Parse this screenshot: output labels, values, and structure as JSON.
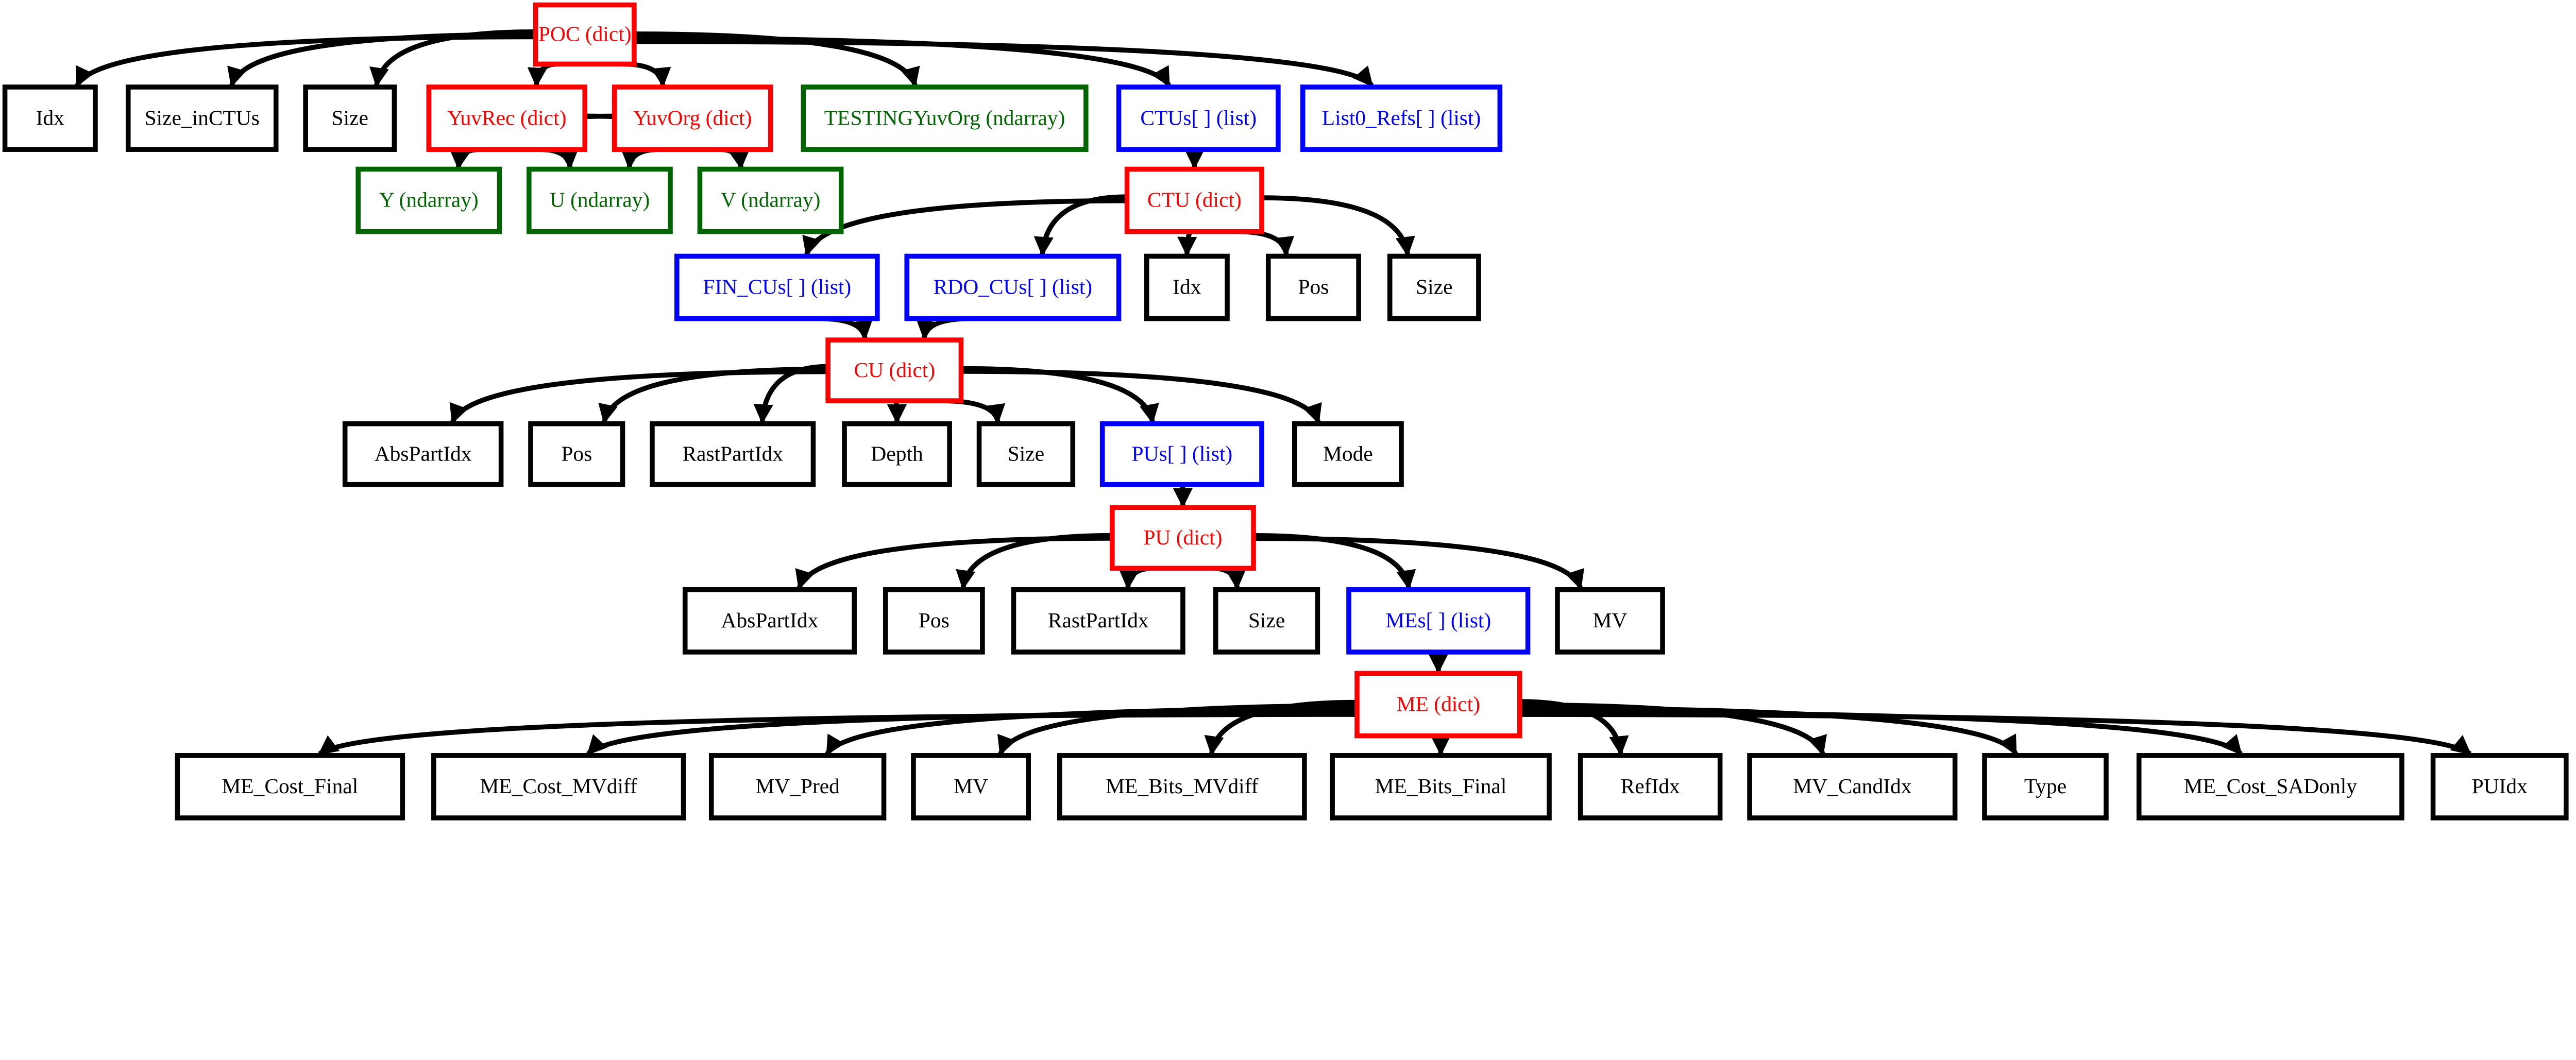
{
  "colors": {
    "dict": "#ff0000",
    "list": "#0000ff",
    "ndarray": "#006400",
    "field": "#000000"
  },
  "nodes": [
    {
      "id": "poc",
      "label": "POC (dict)",
      "kind": "dict"
    },
    {
      "id": "poc_idx",
      "label": "Idx",
      "kind": "field"
    },
    {
      "id": "poc_sizectus",
      "label": "Size_inCTUs",
      "kind": "field"
    },
    {
      "id": "poc_size",
      "label": "Size",
      "kind": "field"
    },
    {
      "id": "yuvrec",
      "label": "YuvRec (dict)",
      "kind": "dict"
    },
    {
      "id": "yuvorg",
      "label": "YuvOrg (dict)",
      "kind": "dict"
    },
    {
      "id": "testing",
      "label": "TESTINGYuvOrg (ndarray)",
      "kind": "ndarray"
    },
    {
      "id": "ctus",
      "label": "CTUs[ ] (list)",
      "kind": "list"
    },
    {
      "id": "list0",
      "label": "List0_Refs[ ] (list)",
      "kind": "list"
    },
    {
      "id": "y",
      "label": "Y (ndarray)",
      "kind": "ndarray"
    },
    {
      "id": "u",
      "label": "U (ndarray)",
      "kind": "ndarray"
    },
    {
      "id": "v",
      "label": "V (ndarray)",
      "kind": "ndarray"
    },
    {
      "id": "ctu",
      "label": "CTU (dict)",
      "kind": "dict"
    },
    {
      "id": "fin",
      "label": "FIN_CUs[ ] (list)",
      "kind": "list"
    },
    {
      "id": "rdo",
      "label": "RDO_CUs[ ] (list)",
      "kind": "list"
    },
    {
      "id": "ctu_idx",
      "label": "Idx",
      "kind": "field"
    },
    {
      "id": "ctu_pos",
      "label": "Pos",
      "kind": "field"
    },
    {
      "id": "ctu_size",
      "label": "Size",
      "kind": "field"
    },
    {
      "id": "cu",
      "label": "CU (dict)",
      "kind": "dict"
    },
    {
      "id": "cu_abs",
      "label": "AbsPartIdx",
      "kind": "field"
    },
    {
      "id": "cu_pos",
      "label": "Pos",
      "kind": "field"
    },
    {
      "id": "cu_rast",
      "label": "RastPartIdx",
      "kind": "field"
    },
    {
      "id": "cu_depth",
      "label": "Depth",
      "kind": "field"
    },
    {
      "id": "cu_size",
      "label": "Size",
      "kind": "field"
    },
    {
      "id": "pus",
      "label": "PUs[ ] (list)",
      "kind": "list"
    },
    {
      "id": "cu_mode",
      "label": "Mode",
      "kind": "field"
    },
    {
      "id": "pu",
      "label": "PU (dict)",
      "kind": "dict"
    },
    {
      "id": "pu_abs",
      "label": "AbsPartIdx",
      "kind": "field"
    },
    {
      "id": "pu_pos",
      "label": "Pos",
      "kind": "field"
    },
    {
      "id": "pu_rast",
      "label": "RastPartIdx",
      "kind": "field"
    },
    {
      "id": "pu_size",
      "label": "Size",
      "kind": "field"
    },
    {
      "id": "mes",
      "label": "MEs[ ] (list)",
      "kind": "list"
    },
    {
      "id": "pu_mv",
      "label": "MV",
      "kind": "field"
    },
    {
      "id": "me",
      "label": "ME (dict)",
      "kind": "dict"
    },
    {
      "id": "me_cost_final",
      "label": "ME_Cost_Final",
      "kind": "field"
    },
    {
      "id": "me_cost_mvdiff",
      "label": "ME_Cost_MVdiff",
      "kind": "field"
    },
    {
      "id": "mv_pred",
      "label": "MV_Pred",
      "kind": "field"
    },
    {
      "id": "me_mv",
      "label": "MV",
      "kind": "field"
    },
    {
      "id": "me_bits_mvdiff",
      "label": "ME_Bits_MVdiff",
      "kind": "field"
    },
    {
      "id": "me_bits_final",
      "label": "ME_Bits_Final",
      "kind": "field"
    },
    {
      "id": "refidx",
      "label": "RefIdx",
      "kind": "field"
    },
    {
      "id": "mv_candidx",
      "label": "MV_CandIdx",
      "kind": "field"
    },
    {
      "id": "type",
      "label": "Type",
      "kind": "field"
    },
    {
      "id": "me_cost_sad",
      "label": "ME_Cost_SADonly",
      "kind": "field"
    },
    {
      "id": "puidx",
      "label": "PUIdx",
      "kind": "field"
    }
  ],
  "edges": [
    [
      "poc",
      "poc_idx"
    ],
    [
      "poc",
      "poc_sizectus"
    ],
    [
      "poc",
      "poc_size"
    ],
    [
      "poc",
      "yuvrec"
    ],
    [
      "poc",
      "yuvorg"
    ],
    [
      "poc",
      "testing"
    ],
    [
      "poc",
      "ctus"
    ],
    [
      "poc",
      "list0"
    ],
    [
      "yuvrec",
      "y"
    ],
    [
      "yuvrec",
      "u"
    ],
    [
      "yuvrec",
      "v"
    ],
    [
      "yuvorg",
      "y"
    ],
    [
      "yuvorg",
      "u"
    ],
    [
      "yuvorg",
      "v"
    ],
    [
      "ctus",
      "ctu"
    ],
    [
      "ctu",
      "fin"
    ],
    [
      "ctu",
      "rdo"
    ],
    [
      "ctu",
      "ctu_idx"
    ],
    [
      "ctu",
      "ctu_pos"
    ],
    [
      "ctu",
      "ctu_size"
    ],
    [
      "fin",
      "cu"
    ],
    [
      "rdo",
      "cu"
    ],
    [
      "cu",
      "cu_abs"
    ],
    [
      "cu",
      "cu_pos"
    ],
    [
      "cu",
      "cu_rast"
    ],
    [
      "cu",
      "cu_depth"
    ],
    [
      "cu",
      "cu_size"
    ],
    [
      "cu",
      "pus"
    ],
    [
      "cu",
      "cu_mode"
    ],
    [
      "pus",
      "pu"
    ],
    [
      "pu",
      "pu_abs"
    ],
    [
      "pu",
      "pu_pos"
    ],
    [
      "pu",
      "pu_rast"
    ],
    [
      "pu",
      "pu_size"
    ],
    [
      "pu",
      "mes"
    ],
    [
      "pu",
      "pu_mv"
    ],
    [
      "mes",
      "me"
    ],
    [
      "me",
      "me_cost_final"
    ],
    [
      "me",
      "me_cost_mvdiff"
    ],
    [
      "me",
      "mv_pred"
    ],
    [
      "me",
      "me_mv"
    ],
    [
      "me",
      "me_bits_mvdiff"
    ],
    [
      "me",
      "me_bits_final"
    ],
    [
      "me",
      "refidx"
    ],
    [
      "me",
      "mv_candidx"
    ],
    [
      "me",
      "type"
    ],
    [
      "me",
      "me_cost_sad"
    ],
    [
      "me",
      "puidx"
    ]
  ]
}
